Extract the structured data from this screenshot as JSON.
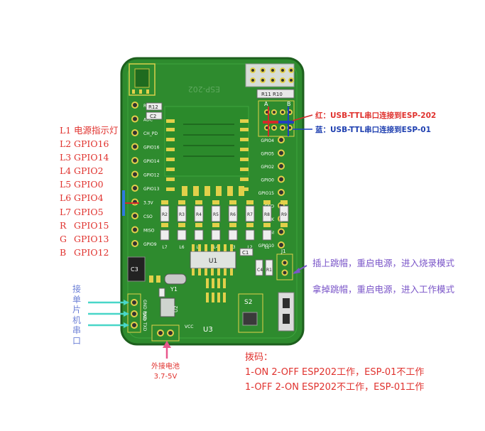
{
  "led_list": [
    {
      "key": "L1",
      "val": "电源指示灯"
    },
    {
      "key": "L2",
      "val": "GPIO16"
    },
    {
      "key": "L3",
      "val": "GPIO14"
    },
    {
      "key": "L4",
      "val": "GPIO2"
    },
    {
      "key": "L5",
      "val": "GPIO0"
    },
    {
      "key": "L6",
      "val": "GPIO4"
    },
    {
      "key": "L7",
      "val": "GPIO5"
    },
    {
      "key": "R",
      "val": "GPIO15"
    },
    {
      "key": "G",
      "val": "GPIO13"
    },
    {
      "key": "B",
      "val": "GPIO12"
    }
  ],
  "usb_red": "红：USB-TTL串口连接到ESP-202",
  "usb_blue": "蓝：USB-TTL串口连接到ESP-01",
  "jumper_on": "插上跳帽，重启电源，进入烧录模式",
  "jumper_off": "拿掉跳帽，重启电源，进入工作模式",
  "mcu_serial": "接单片机串口",
  "ext_battery": [
    "外接电池",
    "3.7-5V"
  ],
  "dip_switch": [
    "拨码：",
    "1-ON 2-OFF  ESP202工作，ESP-01不工作",
    "1-OFF 2-ON  ESP202不工作，ESP-01工作"
  ],
  "pcb": {
    "left_pins": [
      "RES",
      "ADC",
      "CH_PD",
      "GPIO16",
      "GPIO14",
      "GPIO12",
      "GPIO13",
      "3.3V",
      "CSO",
      "MISO",
      "GPIO9"
    ],
    "right_pins": [
      "GPIO4",
      "GPIO5",
      "GPIO2",
      "GPIO0",
      "GPIO15",
      "GND",
      "SCLK",
      "MOSI",
      "GPIO10"
    ],
    "resistors": [
      "R2",
      "R3",
      "R4",
      "R5",
      "R6",
      "R7",
      "R8",
      "R9"
    ],
    "leds": [
      "L7",
      "L6",
      "L5",
      "L4",
      "L3",
      "L2",
      "L1"
    ],
    "parts": [
      "R12",
      "C2",
      "R11",
      "R10",
      "A",
      "B",
      "C3",
      "C1",
      "C4",
      "Y1",
      "U2",
      "U3",
      "S2",
      "J1",
      "U1",
      "R1"
    ],
    "serial_pins": [
      "GND",
      "RXD",
      "TXD"
    ],
    "batt_pins": [
      "GND",
      "VCC"
    ],
    "silk_text": "ESP-202"
  },
  "colors": {
    "pcb": "#2c8a2c",
    "pcb_border": "#1f6b1f",
    "pad": "#e2d04a",
    "text_red": "#e0322e",
    "text_blue": "#1e3fb0",
    "arrow_purple": "#7a55c8",
    "arrow_teal": "#49d6c8",
    "arrow_pink": "#e8578c"
  }
}
